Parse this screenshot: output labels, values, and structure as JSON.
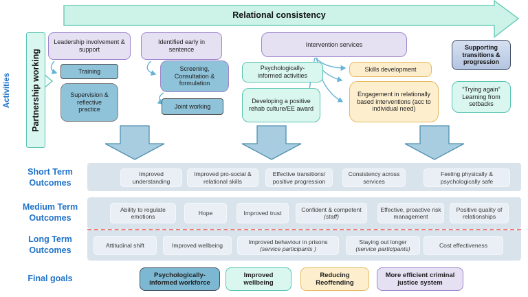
{
  "top_arrow": {
    "label": "Relational consistency"
  },
  "activities": {
    "axis_label": "Activities",
    "partnership_label": "Partnership working",
    "boxes": {
      "leadership": "Leadership involvement & support",
      "training": "Training",
      "supervision": "Supervision & reflective practice",
      "identified": "Identified early in sentence",
      "screening": "Screening, Consultation & formulation",
      "joint": "Joint working",
      "intervention": "Intervention services",
      "psych_activities": "Psychologically-informed activities",
      "skills": "Skills development",
      "rehab_culture": "Developing a positive rehab culture/EE award",
      "engagement": "Engagement in relationally based interventions (acc to individual need)",
      "supporting": "Supporting transitions & progression",
      "trying_again": "“Trying again” Learning from setbacks"
    }
  },
  "rows": {
    "short": {
      "label": "Short Term Outcomes",
      "items": [
        {
          "text": "Improved understanding"
        },
        {
          "text": "Improved pro-social & relational skills"
        },
        {
          "text": "Effective transitions/ positive progression"
        },
        {
          "text": "Consistency across services"
        },
        {
          "text": "Feeling physically & psychologically safe"
        }
      ]
    },
    "medium": {
      "label": "Medium Term Outcomes",
      "items": [
        {
          "text": "Ability to regulate emotions"
        },
        {
          "text": "Hope"
        },
        {
          "text": "Improved trust"
        },
        {
          "text": "Confident & competent",
          "sub": "(staff)"
        },
        {
          "text": "Effective, proactive risk management"
        },
        {
          "text": "Positive quality of relationships"
        }
      ]
    },
    "long": {
      "label": "Long Term Outcomes",
      "items": [
        {
          "text": "Attitudinal shift"
        },
        {
          "text": "Improved wellbeing"
        },
        {
          "text": "Improved behaviour in prisons",
          "sub": "(service participants )"
        },
        {
          "text": "Staying out longer",
          "sub": "(service participants)"
        },
        {
          "text": "Cost effectiveness"
        }
      ]
    }
  },
  "final_goals": {
    "label": "Final goals",
    "items": [
      {
        "text": "Psychologically-informed workforce"
      },
      {
        "text": "Improved wellbeing"
      },
      {
        "text": "Reducing Reoffending"
      },
      {
        "text": "More efficient criminal justice system"
      }
    ]
  },
  "colors": {
    "mint_fill": "#d9f6ef",
    "mint_border": "#56c3b0",
    "lavender_fill": "#e6e0f3",
    "lavender_border": "#9e85cb",
    "blue_fill": "#8fc3da",
    "blue_border_dark": "#4f4f4f",
    "blue_border_gray": "#7f7f7f",
    "cream_fill": "#fdeecd",
    "cream_border": "#e5b95e",
    "top_arrow_fill": "#cdf3e8",
    "top_arrow_border": "#6fcdbb",
    "big_arrow_fill": "#a8cde0",
    "big_arrow_border": "#4e8fb0",
    "band_fill": "#d9e3ec",
    "chip_fill": "#e9eff5",
    "label_blue": "#1f72c8",
    "dashed_red": "#ee7a7a",
    "connector_blue": "#66b3d6",
    "supporting_border": "#3f4d63",
    "goal_blue_fill": "#7db8d2",
    "goal_blue_border": "#3f4d5c"
  }
}
